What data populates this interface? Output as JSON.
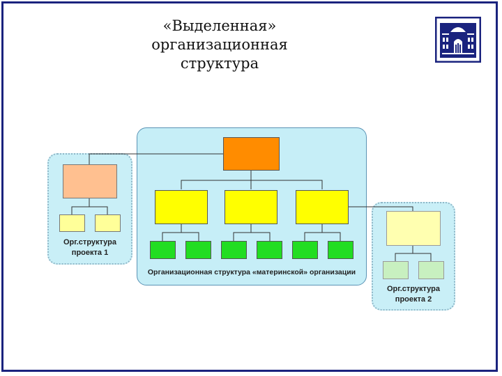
{
  "title": {
    "lines": [
      "«Выделенная»",
      "организационная",
      "структура"
    ]
  },
  "logo": {
    "icon": "university-building-icon"
  },
  "diagram": {
    "project1_caption": [
      "Орг.структура",
      "проекта 1"
    ],
    "main_caption": "Организационная структура «материнской» организации",
    "project2_caption": [
      "Орг.структура",
      "проекта 2"
    ]
  },
  "colors": {
    "frame": "#1a237e",
    "region": "#c6eef7",
    "top_box": "#ff8c00",
    "mid_box": "#ffff00",
    "leaf_box": "#22dd22",
    "project1_head": "#ffc090",
    "project1_leaf": "#ffff99",
    "project2_head": "#ffffb0",
    "project2_leaf": "#c8f0c0"
  }
}
